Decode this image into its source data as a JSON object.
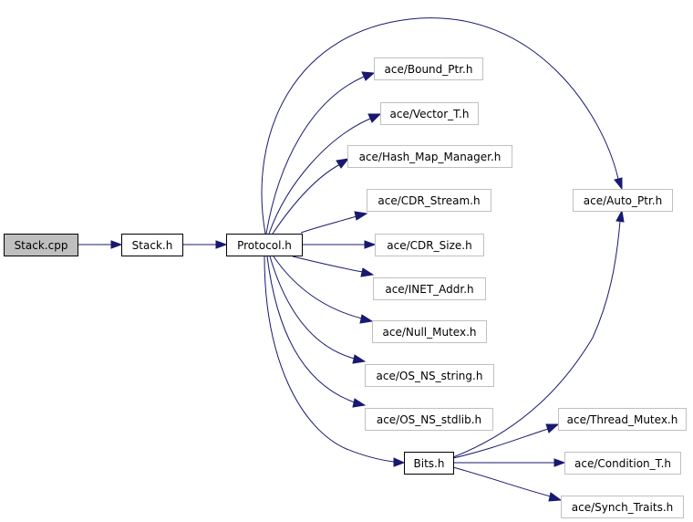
{
  "nodes": {
    "stack_cpp": "Stack.cpp",
    "stack_h": "Stack.h",
    "protocol_h": "Protocol.h",
    "bound_ptr": "ace/Bound_Ptr.h",
    "vector_t": "ace/Vector_T.h",
    "hash_map_manager": "ace/Hash_Map_Manager.h",
    "cdr_stream": "ace/CDR_Stream.h",
    "cdr_size": "ace/CDR_Size.h",
    "inet_addr": "ace/INET_Addr.h",
    "null_mutex": "ace/Null_Mutex.h",
    "os_ns_string": "ace/OS_NS_string.h",
    "os_ns_stdlib": "ace/OS_NS_stdlib.h",
    "bits_h": "Bits.h",
    "auto_ptr": "ace/Auto_Ptr.h",
    "thread_mutex": "ace/Thread_Mutex.h",
    "condition_t": "ace/Condition_T.h",
    "synch_traits": "ace/Synch_Traits.h"
  },
  "edges": [
    [
      "stack_cpp",
      "stack_h"
    ],
    [
      "stack_h",
      "protocol_h"
    ],
    [
      "protocol_h",
      "auto_ptr"
    ],
    [
      "protocol_h",
      "bound_ptr"
    ],
    [
      "protocol_h",
      "vector_t"
    ],
    [
      "protocol_h",
      "hash_map_manager"
    ],
    [
      "protocol_h",
      "cdr_stream"
    ],
    [
      "protocol_h",
      "cdr_size"
    ],
    [
      "protocol_h",
      "inet_addr"
    ],
    [
      "protocol_h",
      "null_mutex"
    ],
    [
      "protocol_h",
      "os_ns_string"
    ],
    [
      "protocol_h",
      "os_ns_stdlib"
    ],
    [
      "protocol_h",
      "bits_h"
    ],
    [
      "bits_h",
      "auto_ptr"
    ],
    [
      "bits_h",
      "thread_mutex"
    ],
    [
      "bits_h",
      "condition_t"
    ],
    [
      "bits_h",
      "synch_traits"
    ]
  ]
}
